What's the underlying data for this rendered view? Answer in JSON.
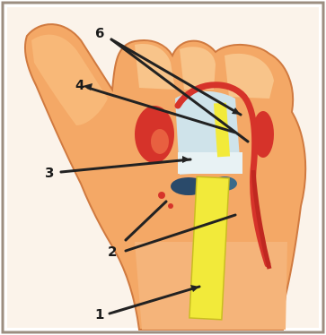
{
  "figure": {
    "colors": {
      "background": "#ffffff",
      "frame": "#9c8e80",
      "skin": "#f4a866",
      "skin_light": "#f8c48a",
      "skin_shadow": "#d07a40",
      "red": "#d6332a",
      "yellow": "#f2ea3a",
      "pale_blue": "#cfe3ea",
      "dark_blue": "#2a4a6a",
      "pointer": "#222222"
    },
    "labels": [
      {
        "text": "6"
      },
      {
        "text": "4"
      },
      {
        "text": "3"
      },
      {
        "text": "2"
      },
      {
        "text": "1"
      }
    ]
  }
}
